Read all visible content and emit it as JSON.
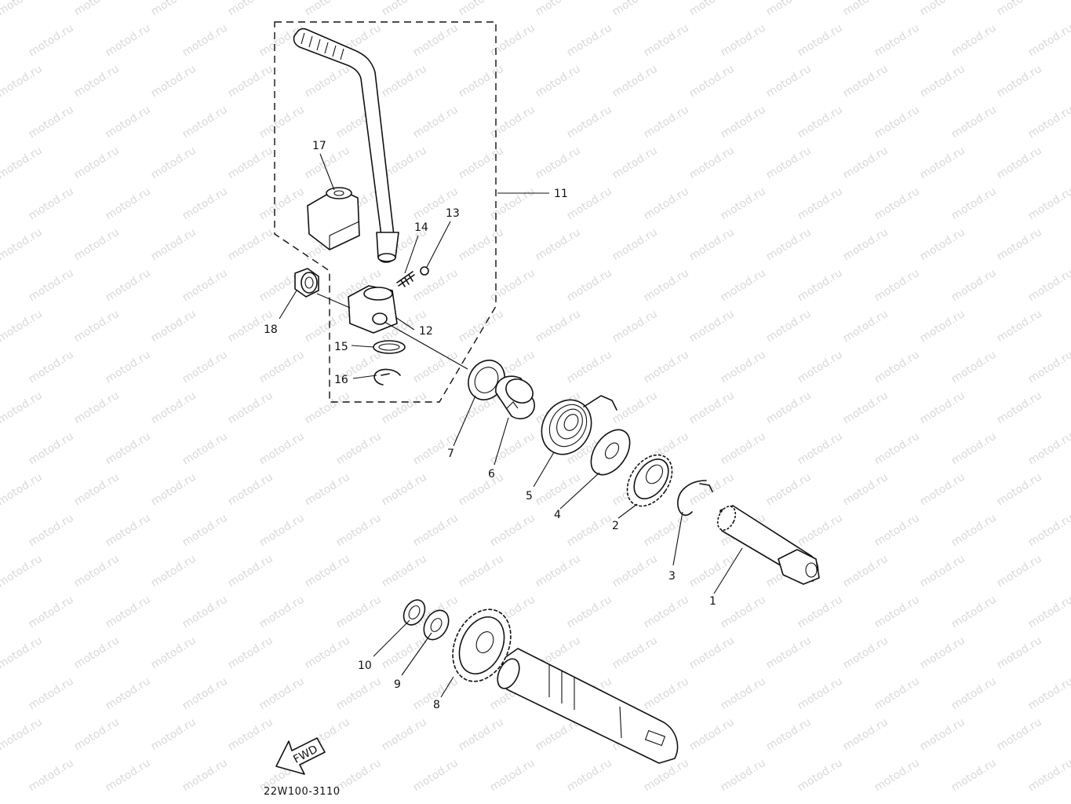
{
  "watermark": "motod.ru",
  "diagram_code": "22W100-3110",
  "fwd_label": "FWD",
  "callouts": {
    "p1": "1",
    "p2": "2",
    "p3": "3",
    "p4": "4",
    "p5": "5",
    "p6": "6",
    "p7": "7",
    "p8": "8",
    "p9": "9",
    "p10": "10",
    "p11": "11",
    "p12": "12",
    "p13": "13",
    "p14": "14",
    "p15": "15",
    "p16": "16",
    "p17": "17",
    "p18": "18"
  },
  "colors": {
    "ink": "#111111",
    "watermark": "#d9d9d9",
    "background": "#ffffff"
  }
}
